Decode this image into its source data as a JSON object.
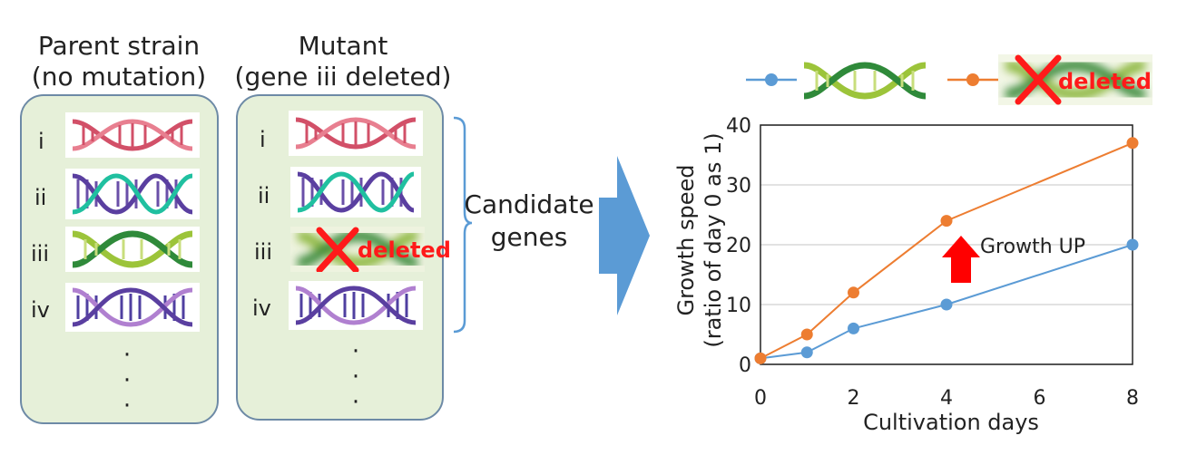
{
  "parent": {
    "title_line1": "Parent strain",
    "title_line2": "(no mutation)",
    "rows": [
      "i",
      "ii",
      "iii",
      "iv"
    ]
  },
  "mutant": {
    "title_line1": "Mutant",
    "title_line2": "(gene iii deleted)",
    "rows": [
      "i",
      "ii",
      "iii",
      "iv"
    ],
    "deleted_label": "deleted"
  },
  "candidate": {
    "line1": "Candidate",
    "line2": "genes"
  },
  "legend": {
    "deleted_label": "deleted"
  },
  "annotation": {
    "growth_up": "Growth UP"
  },
  "colors": {
    "series_parent": "#5b9bd5",
    "series_mutant": "#ed7d31",
    "panel_fill": "#e6f0d9",
    "panel_border": "#6d8aa6",
    "bracket": "#5b9bd5",
    "arrow": "#5b9bd5",
    "deleted_mark": "#ff1a1a",
    "growth_arrow": "#ff0000"
  },
  "chart_data": {
    "type": "line",
    "xlabel": "Cultivation days",
    "ylabel_line1": "Growth speed",
    "ylabel_line2": "(ratio of day 0 as 1)",
    "xlim": [
      0,
      8
    ],
    "ylim": [
      0,
      40
    ],
    "xticks": [
      0,
      2,
      4,
      6,
      8
    ],
    "yticks": [
      0,
      10,
      20,
      30,
      40
    ],
    "grid": "horizontal",
    "legend_position": "top",
    "series": [
      {
        "x": [
          0,
          1,
          2,
          4,
          8
        ],
        "y": [
          1,
          2,
          6,
          10,
          20
        ],
        "color": "#5b9bd5"
      },
      {
        "x": [
          0,
          1,
          2,
          4,
          8
        ],
        "y": [
          1,
          5,
          12,
          24,
          37
        ],
        "color": "#ed7d31"
      }
    ]
  }
}
